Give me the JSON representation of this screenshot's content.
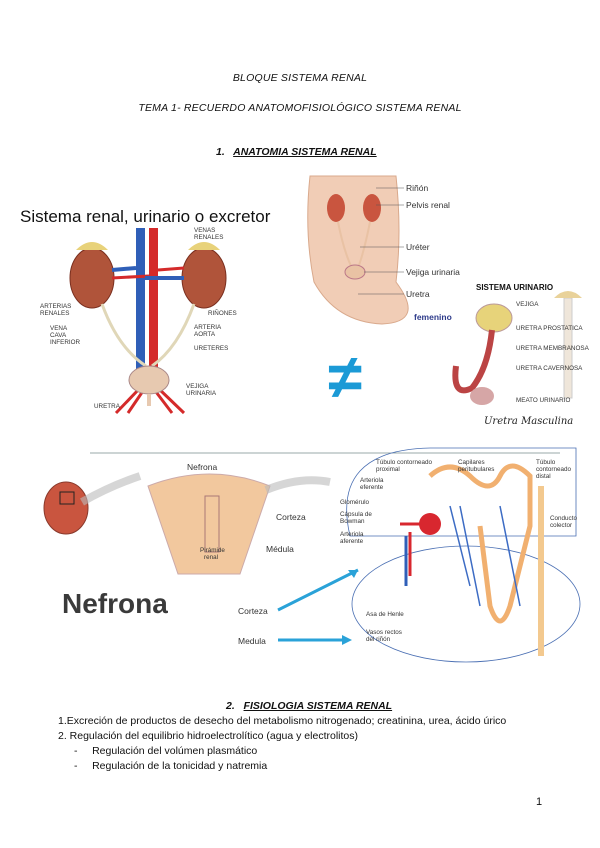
{
  "header": {
    "block_title": "BLOQUE SISTEMA RENAL",
    "topic_title": "TEMA 1- RECUERDO ANATOMOFISIOLÓGICO SISTEMA RENAL"
  },
  "section1": {
    "number": "1.",
    "title": "ANATOMIA SISTEMA RENAL"
  },
  "figure_renal": {
    "title": "Sistema renal, urinario o excretor",
    "labels": {
      "venas_renales_1": "VENAS",
      "venas_renales_2": "RENALES",
      "arterias_renales_1": "ARTERIAS",
      "arterias_renales_2": "RENALES",
      "rinones": "RIÑONES",
      "vena_cava_1": "VENA",
      "vena_cava_2": "CAVA",
      "vena_cava_3": "INFERIOR",
      "arteria_aorta_1": "ARTERIA",
      "arteria_aorta_2": "AORTA",
      "ureteres": "URETERES",
      "vejiga_1": "VEJIGA",
      "vejiga_2": "URINARIA",
      "uretra": "URETRA"
    }
  },
  "figure_female": {
    "labels": {
      "rinon": "Riñón",
      "pelvis": "Pelvis renal",
      "ureter": "Uréter",
      "vejiga": "Vejiga urinaria",
      "uretra": "Uretra"
    },
    "caption": "femenino"
  },
  "figure_male": {
    "title": "SISTEMA URINARIO",
    "caption": "Uretra Masculina",
    "labels": {
      "vejiga": "VEJIGA",
      "prostatica": "URETRA PROSTATICA",
      "membranosa": "URETRA MEMBRANOSA",
      "cavernosa": "URETRA CAVERNOSA",
      "meato": "MEATO URINARIO"
    }
  },
  "not_equal_symbol": "≠",
  "figure_nephron": {
    "labels": {
      "nefrona": "Nefrona",
      "corteza": "Corteza",
      "medula": "Médula",
      "piramide_1": "Pirámide",
      "piramide_2": "renal",
      "tubulo_prox_1": "Túbulo contorneado",
      "tubulo_prox_2": "proximal",
      "capilares_1": "Capilares",
      "capilares_2": "peritubulares",
      "tubulo_dist_1": "Túbulo",
      "tubulo_dist_2": "contorneado",
      "tubulo_dist_3": "distal",
      "arteriola_ef_1": "Arteriola",
      "arteriola_ef_2": "eferente",
      "glomerulo": "Glomérulo",
      "capsula_1": "Cápsula de",
      "capsula_2": "Bowman",
      "arteriola_af_1": "Arteriola",
      "arteriola_af_2": "aferente",
      "conducto_1": "Conducto",
      "conducto_2": "colector",
      "asa": "Asa de Henle",
      "vasos_1": "Vasos rectos",
      "vasos_2": "del riñón",
      "corteza_arrow": "Corteza",
      "medula_arrow": "Medula"
    },
    "big_label": "Nefrona"
  },
  "section2": {
    "number": "2.",
    "title": "FISIOLOGIA SISTEMA RENAL",
    "items": [
      "1.Excreción de productos de desecho del metabolismo nitrogenado; creatinina, urea, ácido úrico",
      "2. Regulación del equilibrio hidroelectrolítico (agua y electrolitos)"
    ],
    "subitems": [
      "Regulación del volúmen plasmático",
      "Regulación de la tonicidad y natremia"
    ],
    "bullet": "-"
  },
  "page_number": "1"
}
